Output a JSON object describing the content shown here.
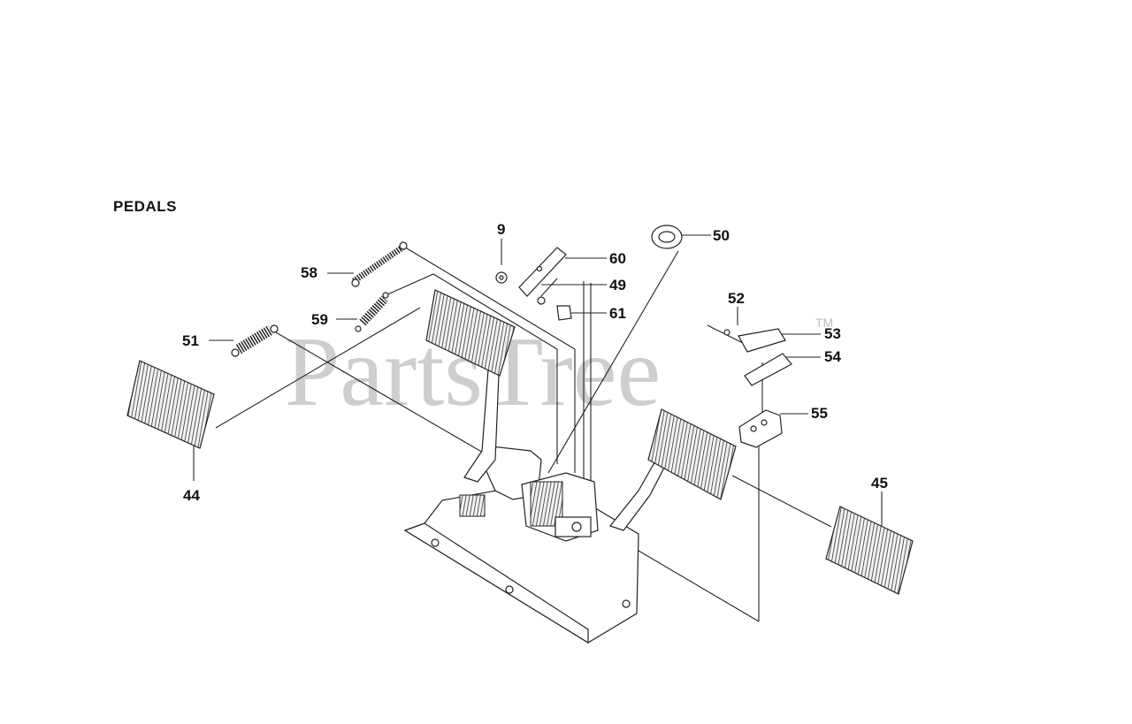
{
  "title": "PEDALS",
  "watermark": {
    "text": "PartsTree",
    "mark": "TM"
  },
  "callouts": {
    "c9": "9",
    "c50": "50",
    "c60": "60",
    "c58": "58",
    "c49": "49",
    "c59": "59",
    "c61": "61",
    "c51": "51",
    "c52": "52",
    "c53": "53",
    "c54": "54",
    "c55": "55",
    "c44": "44",
    "c45": "45"
  }
}
